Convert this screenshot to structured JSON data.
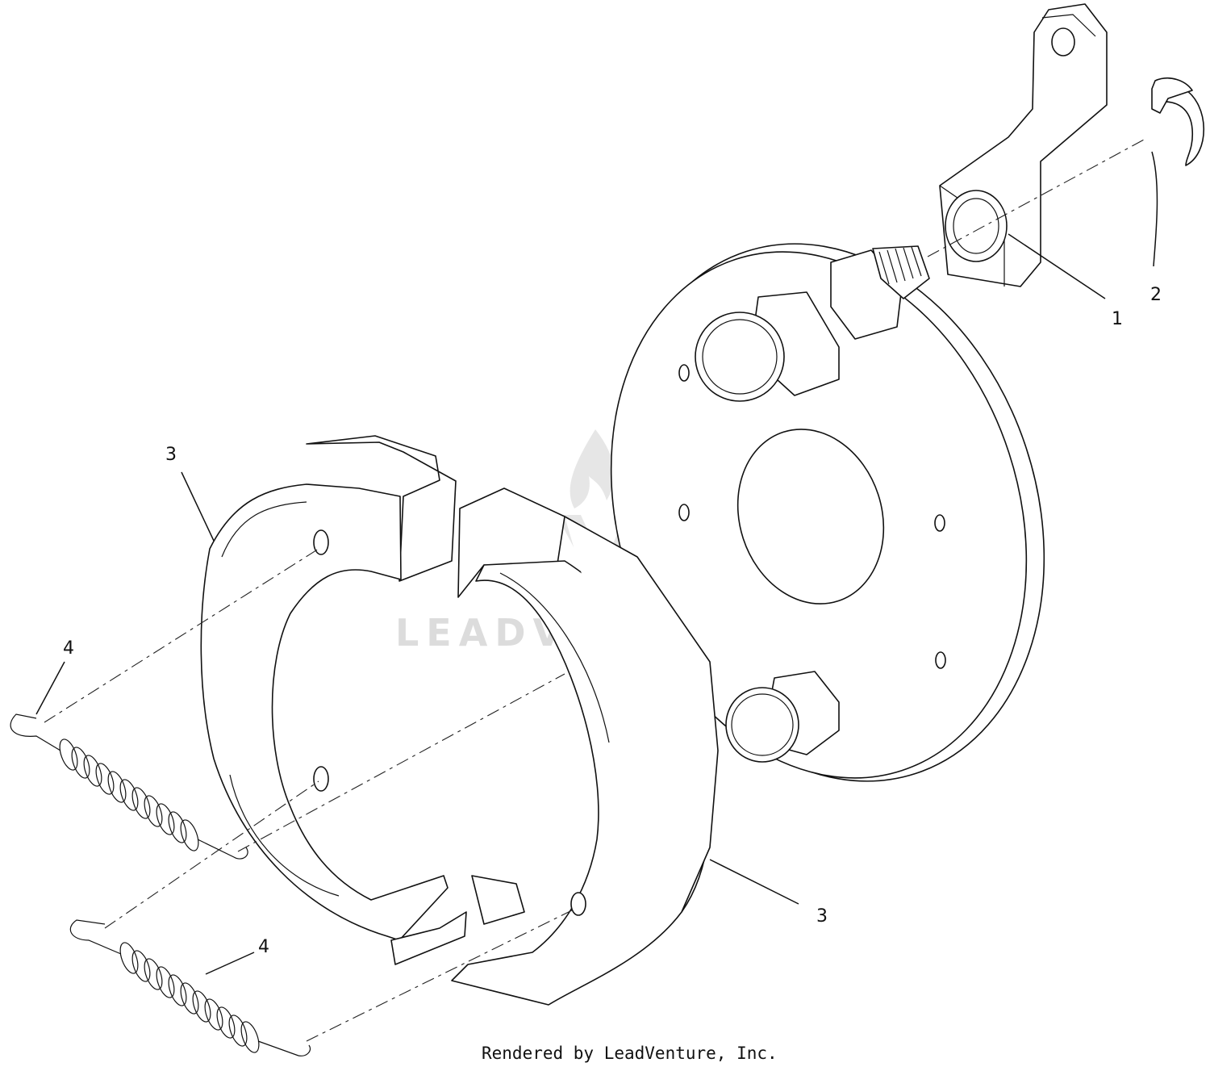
{
  "callouts": [
    {
      "id": "lever",
      "label": "1"
    },
    {
      "id": "e_clip",
      "label": "2"
    },
    {
      "id": "shoe_upper",
      "label": "3"
    },
    {
      "id": "shoe_lower",
      "label": "3"
    },
    {
      "id": "spring_upper",
      "label": "4"
    },
    {
      "id": "spring_lower",
      "label": "4"
    }
  ],
  "watermark": {
    "text": "LEADVENTURE"
  },
  "footer": {
    "text": "Rendered by LeadVenture, Inc."
  }
}
